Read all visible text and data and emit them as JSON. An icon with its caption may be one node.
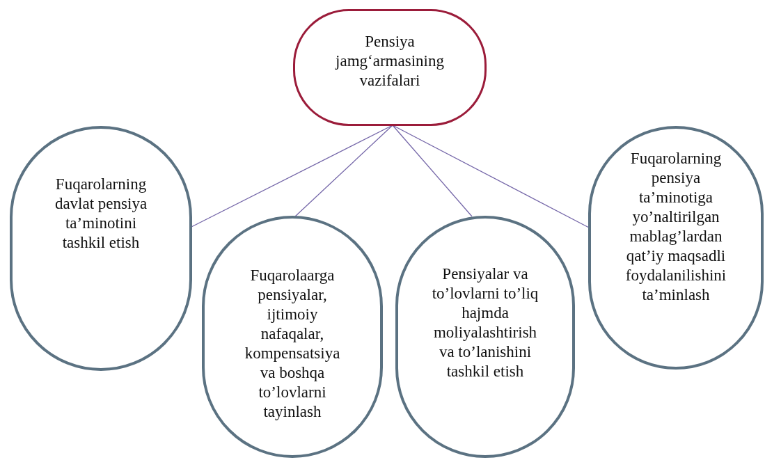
{
  "diagram": {
    "nodes": [
      {
        "text": [
          "Pensiya jamg‘armasining vazifalari"
        ]
      },
      {
        "text": [
          "Fuqarolarning davlat pensiya ta’minotini tashkil etish"
        ]
      },
      {
        "text": [
          "Fuqarolaarga pensiyalar, ijtimoiy nafaqalar, kompensatsiya va boshqa to’lovlarni tayinlash"
        ]
      },
      {
        "text": [
          "Pensiyalar va to’lovlarni to’liq hajmda moliyalashtirish va to’lanishini tashkil etish"
        ]
      },
      {
        "text": [
          "Fuqarolarning pensiya ta’minotiga yo’naltirilgan mablag’lardan qat’iy maqsadli foydalanilishini ta’minlash"
        ]
      }
    ],
    "edges": [
      {
        "from": 0,
        "to": 1,
        "arrow": "none"
      },
      {
        "from": 0,
        "to": 2,
        "arrow": "none"
      },
      {
        "from": 0,
        "to": 3,
        "arrow": "none"
      },
      {
        "from": 0,
        "to": 4,
        "arrow": "none"
      }
    ]
  }
}
